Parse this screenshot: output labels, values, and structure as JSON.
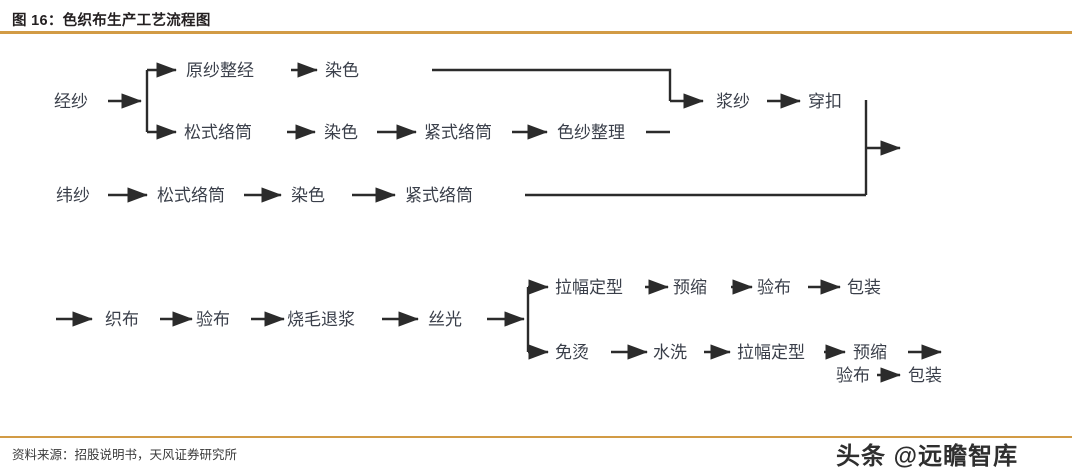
{
  "figure": {
    "title": "图 16：色织布生产工艺流程图",
    "source": "资料来源：招股说明书，天风证券研究所",
    "watermark": "头条 @远瞻智库",
    "accent_color": "#d29b45",
    "line_color": "#2b2b2b",
    "text_color": "#3a3f4a"
  },
  "chart_data": {
    "type": "diagram",
    "title": "色织布生产工艺流程图",
    "nodes": {
      "warp_start": "经纱",
      "warp_top_1": "原纱整经",
      "warp_top_2": "染色",
      "warp_bottom_1": "松式络筒",
      "warp_bottom_2": "染色",
      "warp_bottom_3": "紧式络筒",
      "warp_bottom_4": "色纱整理",
      "sizing": "浆纱",
      "reeding": "穿扣",
      "weft_start": "纬纱",
      "weft_1": "松式络筒",
      "weft_2": "染色",
      "weft_3": "紧式络筒",
      "weave": "织布",
      "inspect_1": "验布",
      "singe_desize": "烧毛退浆",
      "mercerize": "丝光",
      "branch_a_1": "拉幅定型",
      "branch_a_2": "预缩",
      "branch_a_3": "验布",
      "branch_a_4": "包装",
      "branch_b_1": "免烫",
      "branch_b_2": "水洗",
      "branch_b_3": "拉幅定型",
      "branch_b_4": "预缩",
      "tail_1": "验布",
      "tail_2": "包装"
    },
    "paths": [
      [
        "经纱",
        "原纱整经",
        "染色"
      ],
      [
        "经纱",
        "松式络筒",
        "染色",
        "紧式络筒",
        "色纱整理"
      ],
      [
        "染色/色纱整理",
        "浆纱",
        "穿扣"
      ],
      [
        "纬纱",
        "松式络筒",
        "染色",
        "紧式络筒"
      ],
      [
        "穿扣/紧式络筒",
        "织布",
        "验布",
        "烧毛退浆",
        "丝光"
      ],
      [
        "丝光",
        "拉幅定型",
        "预缩",
        "验布",
        "包装"
      ],
      [
        "丝光",
        "免烫",
        "水洗",
        "拉幅定型",
        "预缩",
        "验布",
        "包装"
      ]
    ]
  }
}
